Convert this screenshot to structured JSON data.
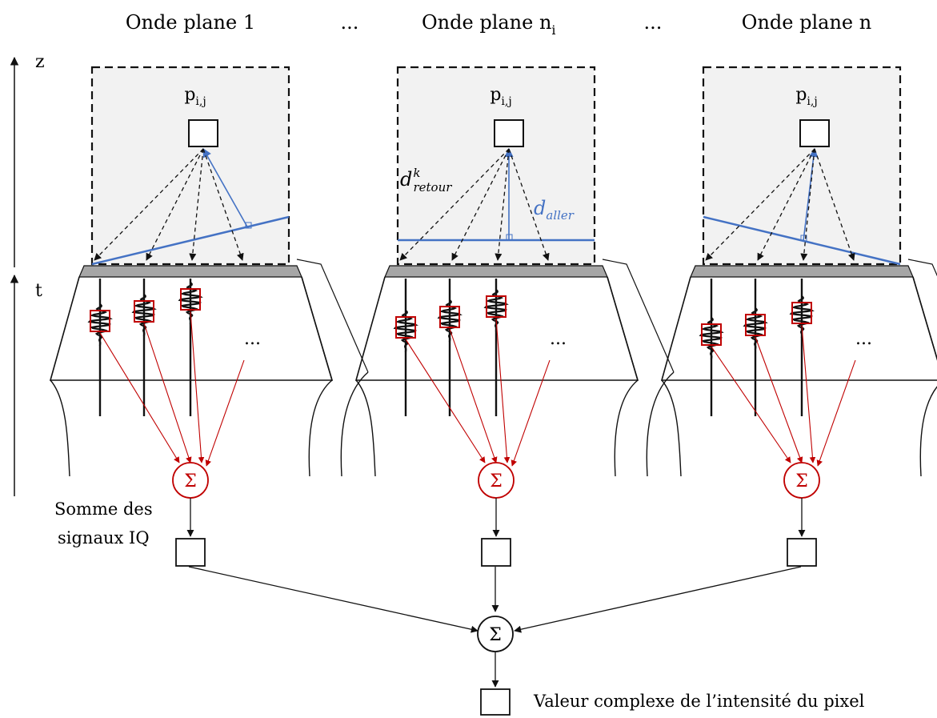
{
  "titles": {
    "wave1": "Onde plane 1",
    "wave_i_main": "Onde plane n",
    "wave_i_sub": "i",
    "wave_n": "Onde plane n",
    "ellipsis": "..."
  },
  "axes": {
    "z": "z",
    "t": "t"
  },
  "pixel": {
    "main": "p",
    "sub": "i,j"
  },
  "distances": {
    "retour_main": "d",
    "retour_sup": "k",
    "retour_sub": "retour",
    "aller_main": "d",
    "aller_sub": "aller"
  },
  "signal_ellipsis": "...",
  "sigma": "Σ",
  "sum_label": {
    "line1": "Somme des",
    "line2": "signaux IQ"
  },
  "final_label": "Valeur complexe de l’intensité du pixel",
  "colors": {
    "black": "#111111",
    "red": "#c00000",
    "blue": "#4472c4",
    "panel_fill": "#f2f2f2",
    "transducer_gray": "#a6a6a6"
  }
}
